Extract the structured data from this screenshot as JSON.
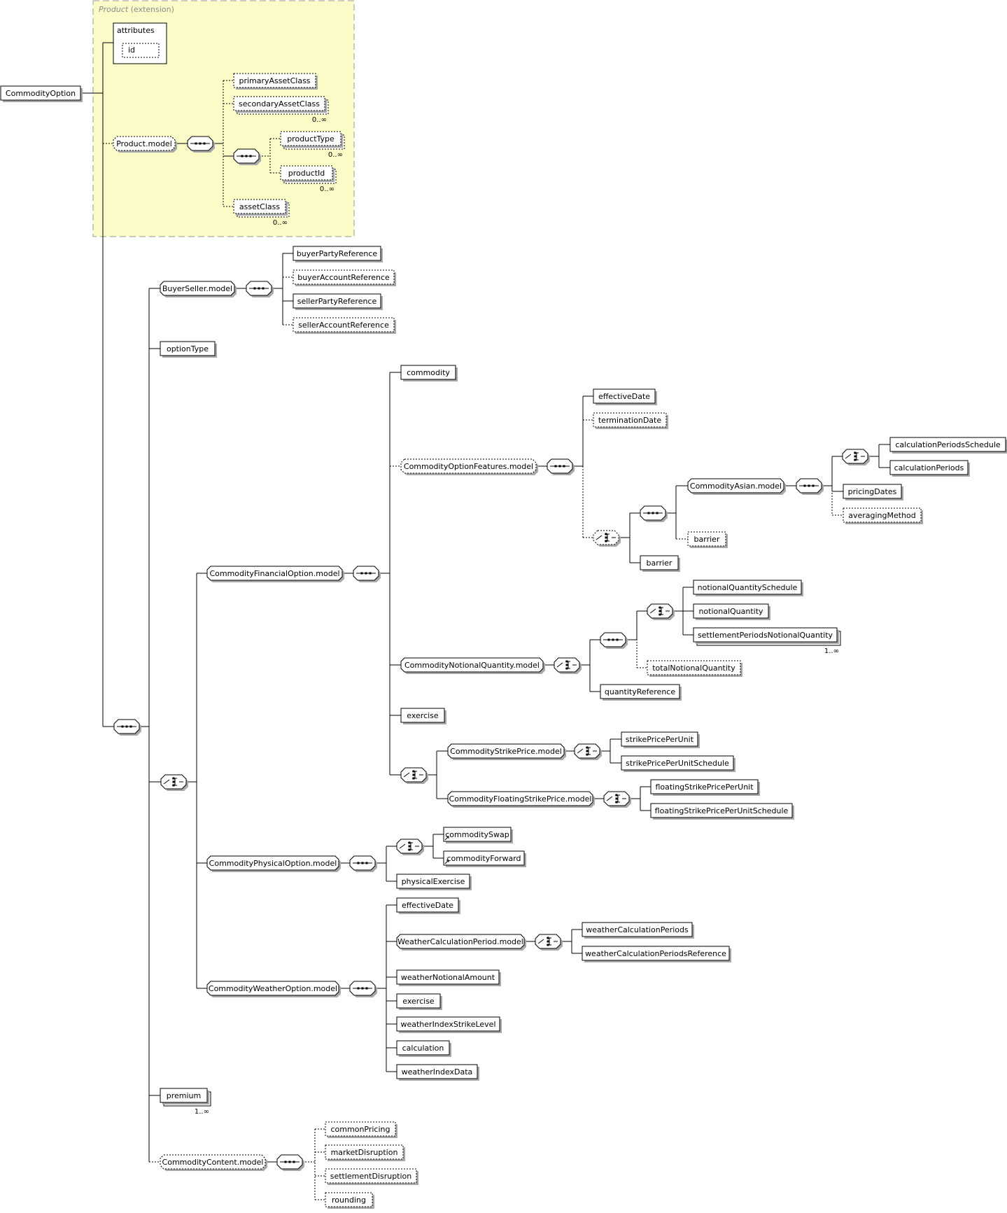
{
  "extension": {
    "name": "Product",
    "suffix": "(extension)"
  },
  "attributes": {
    "title": "attributes",
    "items": [
      "id"
    ]
  },
  "nodes": {
    "root": "CommodityOption",
    "product_model": "Product.model",
    "primary_asset_class": "primaryAssetClass",
    "secondary_asset_class": "secondaryAssetClass",
    "product_type": "productType",
    "product_id": "productId",
    "asset_class": "assetClass",
    "buyer_seller_model": "BuyerSeller.model",
    "buyer_party_reference": "buyerPartyReference",
    "buyer_account_reference": "buyerAccountReference",
    "seller_party_reference": "sellerPartyReference",
    "seller_account_reference": "sellerAccountReference",
    "option_type": "optionType",
    "commodity_financial_option_model": "CommodityFinancialOption.model",
    "commodity": "commodity",
    "commodity_option_features_model": "CommodityOptionFeatures.model",
    "cof_effective_date": "effectiveDate",
    "termination_date": "terminationDate",
    "commodity_asian_model": "CommodityAsian.model",
    "calculation_periods_schedule": "calculationPeriodsSchedule",
    "calculation_periods": "calculationPeriods",
    "pricing_dates": "pricingDates",
    "averaging_method": "averagingMethod",
    "barrier_optional": "barrier",
    "barrier": "barrier",
    "commodity_notional_quantity_model": "CommodityNotionalQuantity.model",
    "notional_quantity_schedule": "notionalQuantitySchedule",
    "notional_quantity": "notionalQuantity",
    "settlement_periods_notional_quantity": "settlementPeriodsNotionalQuantity",
    "total_notional_quantity": "totalNotionalQuantity",
    "quantity_reference": "quantityReference",
    "financial_exercise": "exercise",
    "commodity_strike_price_model": "CommodityStrikePrice.model",
    "strike_price_per_unit": "strikePricePerUnit",
    "strike_price_per_unit_schedule": "strikePricePerUnitSchedule",
    "commodity_floating_strike_price_model": "CommodityFloatingStrikePrice.model",
    "floating_strike_price_per_unit": "floatingStrikePricePerUnit",
    "floating_strike_price_per_unit_schedule": "floatingStrikePricePerUnitSchedule",
    "commodity_physical_option_model": "CommodityPhysicalOption.model",
    "commodity_swap": "commoditySwap",
    "commodity_forward": "commodityForward",
    "physical_exercise": "physicalExercise",
    "commodity_weather_option_model": "CommodityWeatherOption.model",
    "weather_effective_date": "effectiveDate",
    "weather_calculation_period_model": "WeatherCalculationPeriod.model",
    "weather_calculation_periods": "weatherCalculationPeriods",
    "weather_calculation_periods_reference": "weatherCalculationPeriodsReference",
    "weather_notional_amount": "weatherNotionalAmount",
    "weather_exercise": "exercise",
    "weather_index_strike_level": "weatherIndexStrikeLevel",
    "calculation": "calculation",
    "weather_index_data": "weatherIndexData",
    "premium": "premium",
    "commodity_content_model": "CommodityContent.model",
    "common_pricing": "commonPricing",
    "market_disruption": "marketDisruption",
    "settlement_disruption": "settlementDisruption",
    "rounding": "rounding"
  },
  "occurrences": {
    "secondary_asset_class": "0..∞",
    "product_type": "0..∞",
    "product_id": "0..∞",
    "asset_class": "0..∞",
    "settlement_periods_notional_quantity": "1..∞",
    "premium": "1..∞"
  }
}
